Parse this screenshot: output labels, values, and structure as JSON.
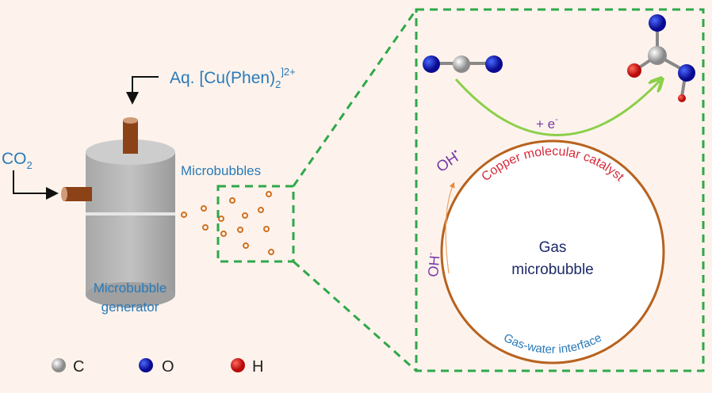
{
  "labels": {
    "feed": "Aq. [Cu(Phen)",
    "feed_sub": "2",
    "feed_sup": "]2+",
    "co2": "CO",
    "co2_sub": "2",
    "microbubbles": "Microbubbles",
    "generator_line1": "Microbubble",
    "generator_line2": "generator",
    "electron": "+ e",
    "electron_sup": "-",
    "oh_radical": "OH",
    "oh_radical_sup": "•",
    "oh_minus": "OH",
    "oh_minus_sup": "-",
    "catalyst": "Copper molecular catalyst",
    "gas_line1": "Gas",
    "gas_line2": "microbubble",
    "interface": "Gas-water interface"
  },
  "legend": [
    {
      "label": "C",
      "color": "#9a9a9a"
    },
    {
      "label": "O",
      "color": "#1a1aa8"
    },
    {
      "label": "H",
      "color": "#d81a1a"
    }
  ],
  "colors": {
    "background": "#fdf3ec",
    "dash": "#2ea84a",
    "copper": "#b8621e",
    "arrow": "#8ccf4a",
    "text_blue": "#2a7ab8"
  }
}
